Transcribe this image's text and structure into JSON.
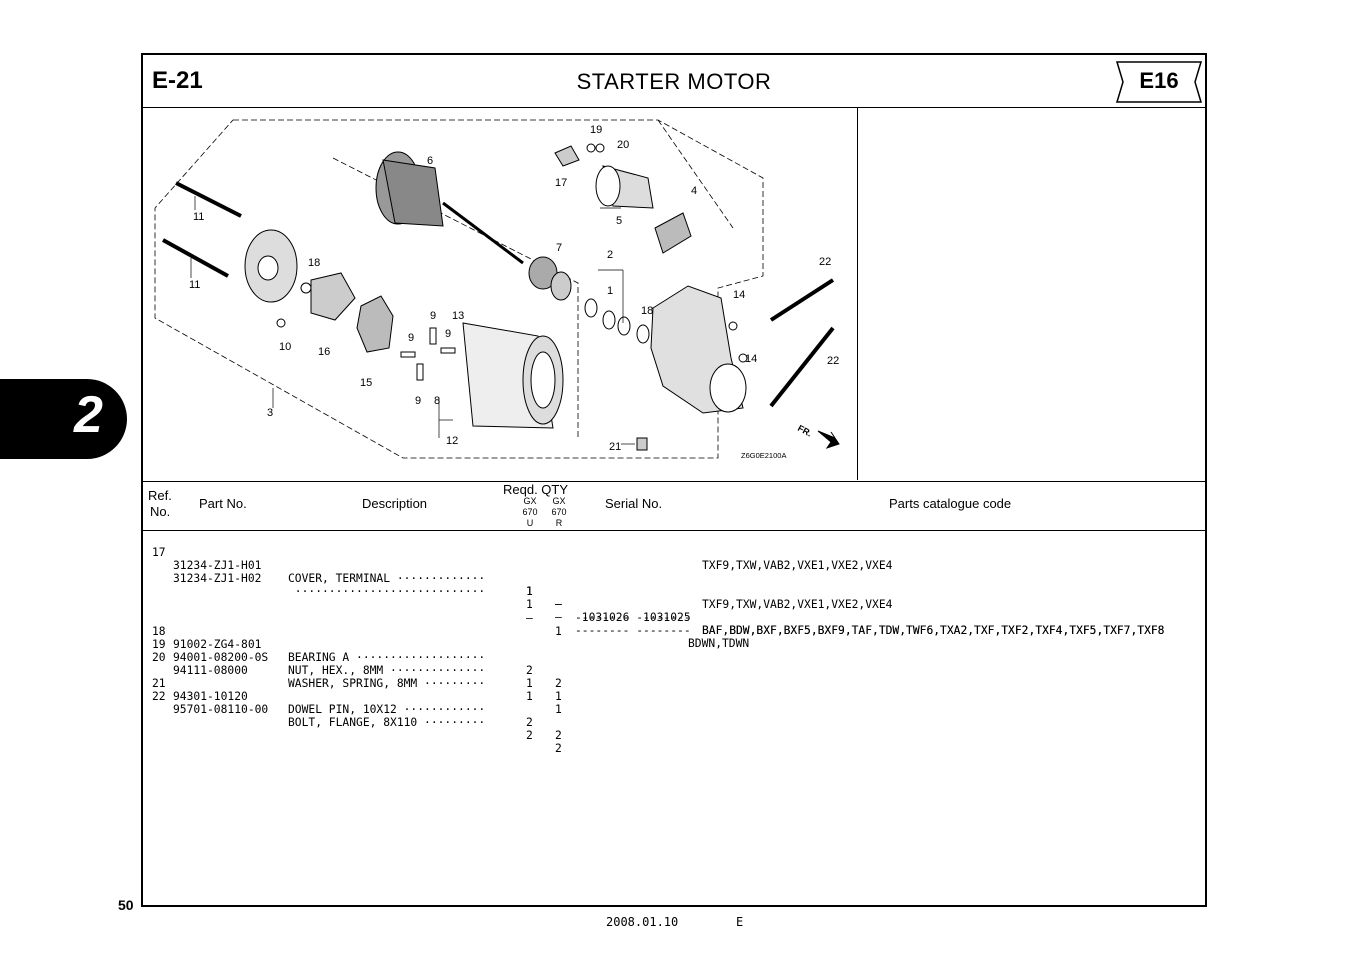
{
  "header": {
    "code": "E-21",
    "title": "STARTER  MOTOR",
    "badge": "E16"
  },
  "diagram": {
    "callouts": [
      "19",
      "20",
      "6",
      "17",
      "4",
      "5",
      "11",
      "11",
      "7",
      "2",
      "22",
      "1",
      "18",
      "18",
      "14",
      "9",
      "13",
      "9",
      "9",
      "10",
      "16",
      "14",
      "22",
      "15",
      "9",
      "8",
      "3",
      "12",
      "21"
    ],
    "fr_label": "FR.",
    "figure_code": "Z6G0E2100A"
  },
  "table_header": {
    "ref": "Ref.",
    "no": "No.",
    "part_no": "Part  No.",
    "description": "Description",
    "reqd_qty": "Reqd.  QTY",
    "col1": [
      "GX",
      "670",
      "U"
    ],
    "col2": [
      "GX",
      "670",
      "R"
    ],
    "serial_no": "Serial  No.",
    "catalogue_code": "Parts  catalogue  code"
  },
  "rows": [
    {
      "ref": "17",
      "part": "31234-ZJ1-H01",
      "desc": "COVER, TERMINAL ·············",
      "q1": "1",
      "q2": "–",
      "serial": "--------  1031025",
      "codes": "BAF,BDW,BXF,BXF5,BXF9,TAF,TDW,TWF6,TXA2,TXF,TXF2,TXF4,TXF5,TXF7,TXF8"
    },
    {
      "ref": "",
      "part": "",
      "desc": "",
      "q1": "",
      "q2": "",
      "serial": "",
      "codes": "TXF9,TXW,VAB2,VXE1,VXE2,VXE4"
    },
    {
      "ref": "",
      "part": "31234-ZJ1-H02",
      "desc": " ····························",
      "q1": "1",
      "q2": "–",
      "serial": "-------- --------",
      "codes": "BDWN,TDWN"
    },
    {
      "ref": "",
      "part": "",
      "desc": "",
      "q1": "1",
      "q2": "–",
      "serial": " 1031026 --------",
      "codes": "BAF,BDW,BXF,BXF5,BXF9,TAF,TDW,TWF6,TXA2,TXF,TXF2,TXF4,TXF5,TXF7,TXF8"
    },
    {
      "ref": "",
      "part": "",
      "desc": "",
      "q1": "",
      "q2": "",
      "serial": "",
      "codes": "TXF9,TXW,VAB2,VXE1,VXE2,VXE4"
    },
    {
      "ref": "",
      "part": "",
      "desc": "",
      "q1": "–",
      "q2": "1",
      "serial": "",
      "codes": ""
    },
    {
      "ref": "18",
      "part": "91002-ZG4-801",
      "desc": "BEARING A ···················",
      "q1": "2",
      "q2": "2",
      "serial": "",
      "codes": ""
    },
    {
      "ref": "19",
      "part": "94001-08200-0S",
      "desc": "NUT, HEX., 8MM ··············",
      "q1": "1",
      "q2": "1",
      "serial": "",
      "codes": ""
    },
    {
      "ref": "20",
      "part": "94111-08000",
      "desc": "WASHER, SPRING, 8MM ·········",
      "q1": "1",
      "q2": "1",
      "serial": "",
      "codes": ""
    },
    {
      "ref": "21",
      "part": "94301-10120",
      "desc": "DOWEL PIN, 10X12 ············",
      "q1": "2",
      "q2": "2",
      "serial": "",
      "codes": ""
    },
    {
      "ref": "22",
      "part": "95701-08110-00",
      "desc": "BOLT, FLANGE, 8X110 ·········",
      "q1": "2",
      "q2": "2",
      "serial": "",
      "codes": ""
    }
  ],
  "page_number": "50",
  "footer": {
    "date": "2008.01.10",
    "lang": "E"
  },
  "section_tab": "2"
}
